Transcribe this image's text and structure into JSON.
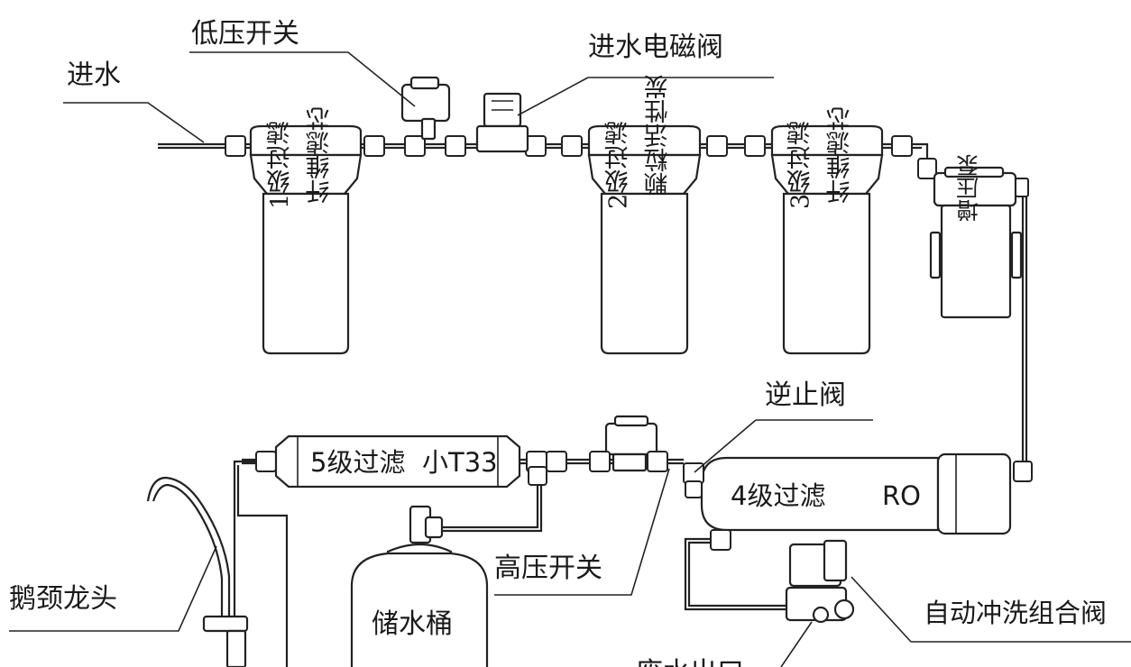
{
  "labels": {
    "inlet": "进水",
    "low_pressure_switch": "低压开关",
    "inlet_solenoid_valve": "进水电磁阀",
    "check_valve": "逆止阀",
    "high_pressure_switch": "高压开关",
    "gooseneck_faucet": "鹅颈龙头",
    "storage_tank": "储水桶",
    "auto_flush_valve": "自动冲洗组合阀",
    "booster_pump": "增压泵",
    "waste_outlet": "废水出口"
  },
  "filters": {
    "stage1": {
      "line1": "1级过滤",
      "line2": "纤维滤芯"
    },
    "stage2": {
      "line1": "2级过滤",
      "line2": "颗粒活性炭"
    },
    "stage3": {
      "line1": "3级过滤",
      "line2": "纤维滤芯"
    },
    "stage4": {
      "name": "4级过滤",
      "type": "RO"
    },
    "stage5": {
      "name": "5级过滤",
      "type": "小T33"
    }
  },
  "colors": {
    "line": "#222222",
    "background": "#ffffff"
  }
}
